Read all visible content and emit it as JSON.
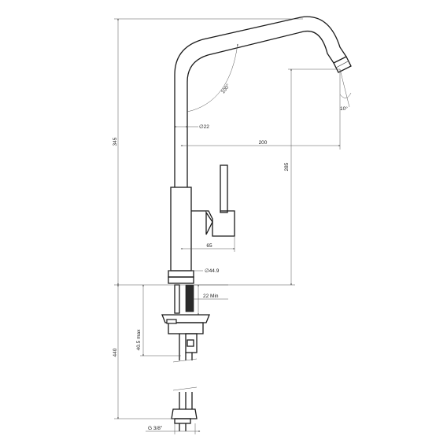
{
  "dimensions": {
    "total_height": "345",
    "spout_height": "285",
    "reach": "200",
    "body_diameter": "∅22",
    "spout_angle": "100°",
    "outlet_angle": "10°",
    "lever_offset": "65",
    "base_diameter": "∅44.9",
    "min_counter": "22 Min",
    "max_thickness": "40.5 max",
    "hose_length": "440",
    "thread": "G 3/8\""
  }
}
